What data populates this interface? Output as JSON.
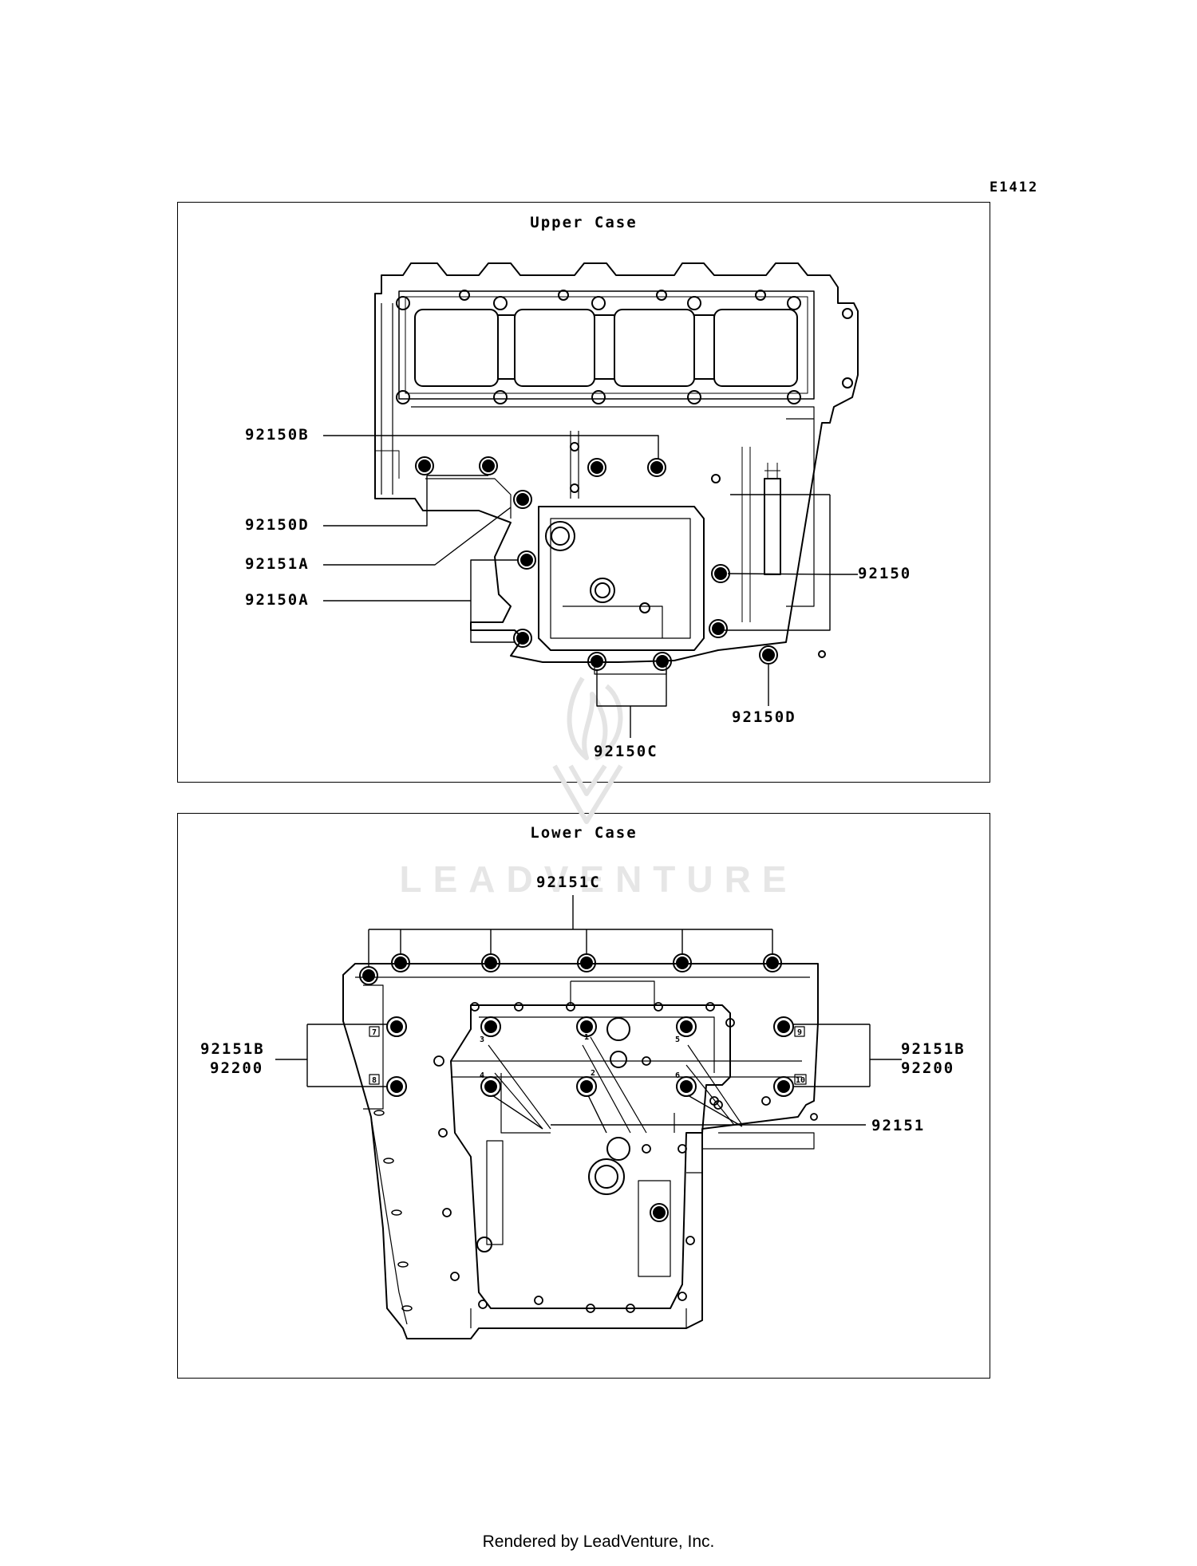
{
  "diagram_code": "E1412",
  "upper_case": {
    "title": "Upper Case",
    "labels": {
      "l_92150B": "92150B",
      "l_92150D_left": "92150D",
      "l_92151A": "92151A",
      "l_92150A": "92150A",
      "l_92150": "92150",
      "l_92150D_right": "92150D",
      "l_92150C": "92150C"
    }
  },
  "lower_case": {
    "title": "Lower Case",
    "labels": {
      "l_92151C": "92151C",
      "l_92151B_left": "92151B",
      "l_92200_left": "92200",
      "l_92151B_right": "92151B",
      "l_92200_right": "92200",
      "l_92151": "92151"
    },
    "bolt_numbers": [
      "1",
      "2",
      "3",
      "4",
      "5",
      "6",
      "7",
      "8",
      "9",
      "10"
    ]
  },
  "watermark": "LEADVENTURE",
  "footer": "Rendered by LeadVenture, Inc."
}
